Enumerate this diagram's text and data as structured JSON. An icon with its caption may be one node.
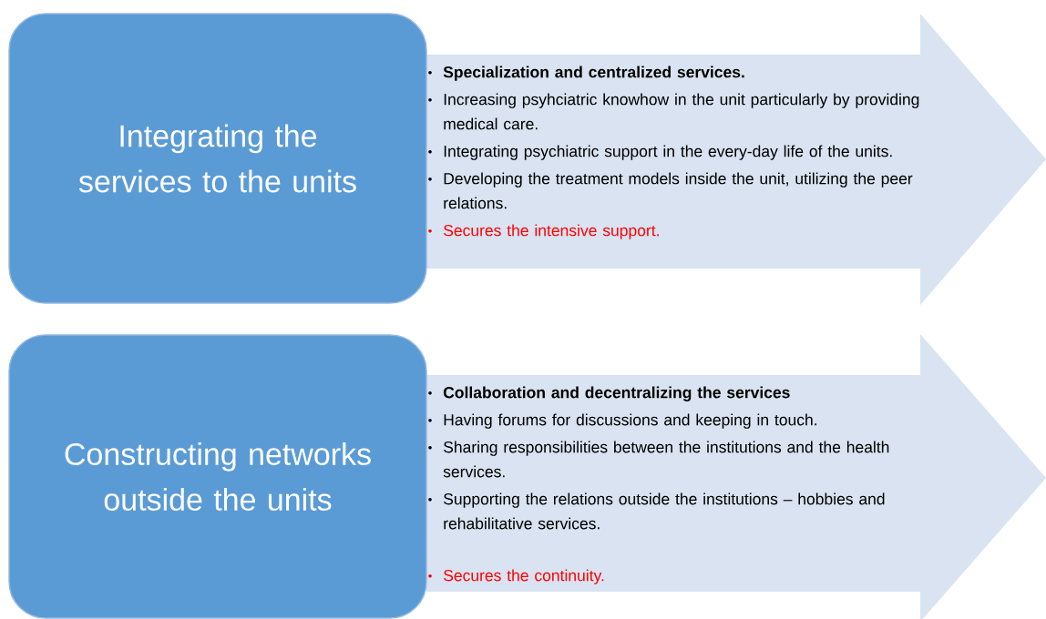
{
  "diagram": {
    "nodes": [
      {
        "text": [
          "Integrating the services to the units"
        ]
      },
      {
        "text": [
          "Specialization and centralized services.",
          "Increasing psyhciatric knowhow in the unit particularly by providing medical care.",
          "Integrating psychiatric support in the every-day life of the units.",
          "Developing the treatment models inside the unit, utilizing the peer relations.",
          "Secures the intensive support."
        ]
      },
      {
        "text": [
          "Constructing networks outside the units"
        ]
      },
      {
        "text": [
          "Collaboration and decentralizing the services",
          "Having forums for discussions and keeping in touch.",
          "Sharing responsibilities between the institutions and the health services.",
          "Supporting the relations outside the institutions – hobbies and rehabilitative services.",
          "Secures the continuity."
        ]
      }
    ]
  }
}
